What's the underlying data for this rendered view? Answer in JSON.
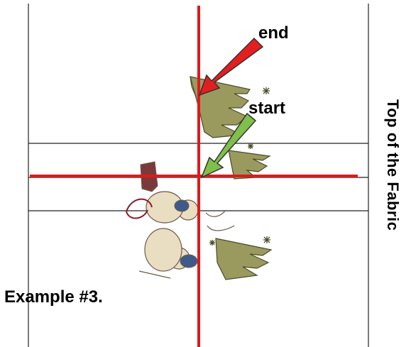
{
  "labels": {
    "end": "end",
    "start": "start",
    "example": "Example #3.",
    "side": "Top of the Fabric"
  },
  "colors": {
    "crosshair": "#e0191b",
    "end_arrow": "#e41e1e",
    "start_arrow": "#7ec04a",
    "arrow_outline": "#333333",
    "fabric_line": "#222222",
    "tree": "#9a9a5e",
    "tree_dark": "#4a4a2a",
    "snowman_body": "#e9ddc2",
    "snowman_outline": "#6e5a4a",
    "hat_brown": "#7a3a3a",
    "scarf_blue": "#3d5a8a",
    "accent_red": "#8a1a2a"
  },
  "icons": {
    "end_arrow": "arrow-down-left-icon",
    "start_arrow": "arrow-down-left-icon"
  }
}
